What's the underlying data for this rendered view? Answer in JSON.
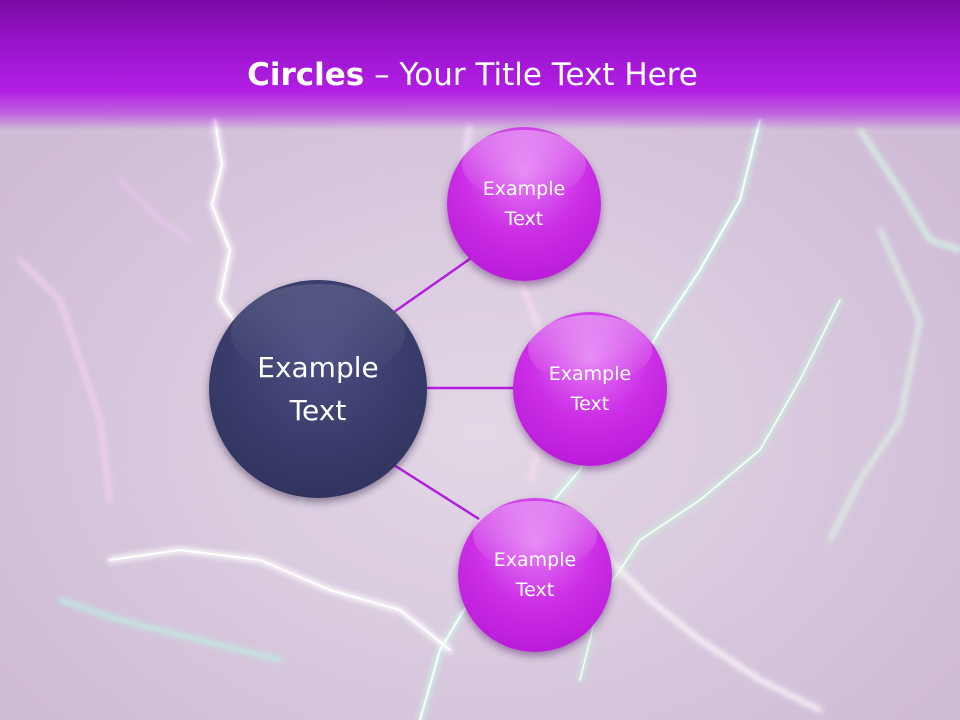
{
  "slide": {
    "title_bold": "Circles",
    "title_rest": " – Your Title Text Here"
  },
  "diagram": {
    "center": {
      "line1": "Example",
      "line2": "Text"
    },
    "satellites": [
      {
        "line1": "Example",
        "line2": "Text"
      },
      {
        "line1": "Example",
        "line2": "Text"
      },
      {
        "line1": "Example",
        "line2": "Text"
      }
    ]
  },
  "colors": {
    "title_bar": "#9a14cc",
    "center_circle": "#383b69",
    "satellite_circle": "#c21fe0",
    "connector": "#b21ee0"
  }
}
